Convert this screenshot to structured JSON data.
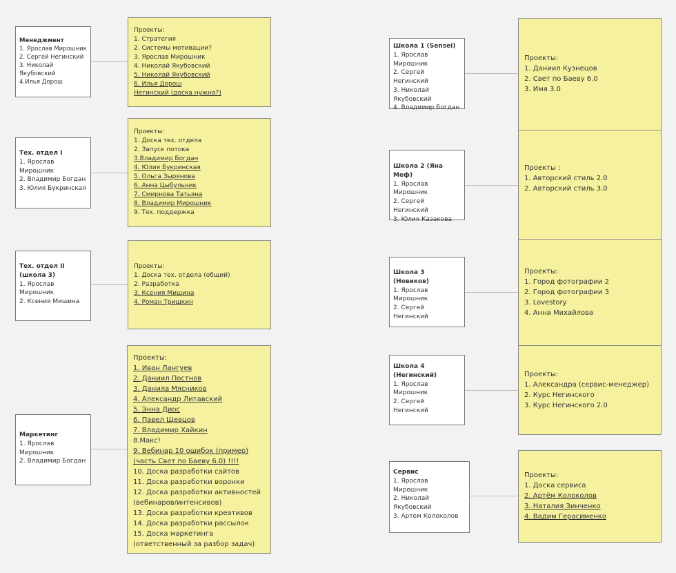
{
  "departments": {
    "management": {
      "title": "Менеджмент",
      "members": [
        "1. Ярослав Мирошник",
        "2.  Сергей Негинский",
        "3. Николай",
        "Якубовский",
        "4.Илья Дорош"
      ],
      "projects_header": "Проекты:",
      "projects": [
        "1. Стратегия",
        "2. Системы мотивации?",
        "3. Ярослав Мирошник",
        "4. Николай Якубовский",
        "5. Николай Якубовский",
        "6. Илья Дорош",
        "Негинский (доска нужна?)"
      ]
    },
    "tech1": {
      "title": "Тех. отдел I",
      "members": [
        "1. Ярослав",
        "Мирошник",
        "2.  Владимир Богдан",
        "3. Юлия Букринская"
      ],
      "projects_header": "Проекты:",
      "projects": [
        "1. Доска тех. отдела",
        "2. Запуск потока",
        "3.Владимир Богдан",
        "4. Юлия Букринская",
        "5. Ольга Зырянова",
        "6. Анна Цыбульник",
        "7. Смирнова Татьяна",
        "8. Владимир Мирошник",
        "9. Тех. поддержка"
      ]
    },
    "tech2": {
      "title": "Тех. отдел II",
      "title2": "(школа 3)",
      "members": [
        "1. Ярослав",
        "Мирошник",
        "2. Ксения Мишина"
      ],
      "projects_header": "Проекты:",
      "projects": [
        "1. Доска тех. отдела (общий)",
        "2. Разработка",
        "3. Ксения Мишина",
        "4. Роман Тришкин"
      ]
    },
    "marketing": {
      "title": "Маркетинг",
      "members": [
        "1. Ярослав",
        "Мирошник",
        "2. Владимир Богдан"
      ],
      "projects_header": "Проекты:",
      "projects": [
        "1. Иван Лангуев",
        "2. Даниил Постнов",
        "3. Данила Мясников",
        "4. Александр Литавский",
        "5. Энна Диос",
        "6. Павел Щевцов",
        "7. Владимир Хайкин",
        "8.Макс!",
        "9. Вебинар 10 ошибок (пример)",
        "(часть Свет по Баеву 6.0) !!!!",
        "10. Доска разработки сайтов",
        "11. Доска разработки воронки",
        "12. Доска разработки активностей",
        "(вебинаров/интенсивов)",
        "13. Доска разработки креативов",
        "14. Доска разработки рассылок",
        "15. Доска маркетинга",
        "(ответственный за разбор задач)"
      ]
    },
    "school1": {
      "title": "Школа 1 (Sensei)",
      "members": [
        "1. Ярослав",
        "Мирошник",
        "2. Сергей Негинский",
        "3. Николай",
        "Якубовский",
        "4. Владимир Богдан"
      ],
      "projects_header": "Проекты:",
      "projects": [
        "1. Даниил Кузнецов",
        "2.  Свет по Баеву 6.0",
        "3. Имя 3.0"
      ]
    },
    "school2": {
      "title": "Школа 2 (Яна Меф)",
      "members": [
        "1. Ярослав",
        "Мирошник",
        "2. Сергей Негинский",
        "3. Юлия Казакова"
      ],
      "projects_header": "Проекты :",
      "projects": [
        "1. Авторский стиль 2.0",
        "2. Авторский стиль 3.0"
      ]
    },
    "school3": {
      "title": "Школа 3 (Новиков)",
      "members": [
        "1. Ярослав",
        "Мирошник",
        "2. Сергей Негинский"
      ],
      "projects_header": "Проекты:",
      "projects": [
        "1. Город фотографии 2",
        "2. Город фотографии 3",
        "3. Lovestory",
        "4. Анна Михайлова"
      ]
    },
    "school4": {
      "title": "Школа 4",
      "title2": "(Негинский)",
      "members": [
        "1. Ярослав",
        "Мирошник",
        "2. Сергей Негинский"
      ],
      "projects_header": "Проекты:",
      "projects": [
        "1. Александра (сервис-менеджер)",
        "2. Курс Негинского",
        "3. Курс Негинского 2.0"
      ]
    },
    "service": {
      "title": "Сервис",
      "members": [
        "1. Ярослав",
        "Мирошник",
        "2. Николай",
        "Якубовский",
        "3. Артем Колоколов"
      ],
      "projects_header": "Проекты:",
      "projects": [
        "1. Доска сервиса",
        "2. Артём Колоколов",
        "3. Наталия Зинченко",
        "4. Вадим Герасименко"
      ]
    }
  },
  "colors": {
    "background": "#f2f2f2",
    "sticky": "#f5f19e",
    "card_border": "#777777",
    "connector": "#bdbdbd"
  }
}
